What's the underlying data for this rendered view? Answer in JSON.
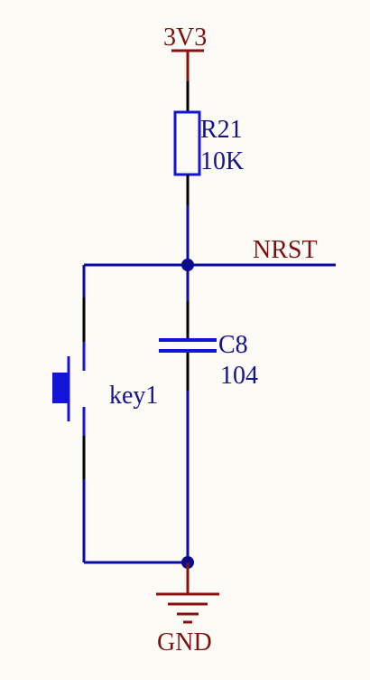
{
  "colors": {
    "background": "#fdfbf6",
    "wire": "#0a0aa6",
    "component": "#1414d6",
    "net_label": "#7a1212",
    "component_text": "#13138a",
    "pin": "#000000"
  },
  "power": {
    "label": "3V3"
  },
  "ground": {
    "label": "GND"
  },
  "resistor": {
    "designator": "R21",
    "value": "10K"
  },
  "capacitor": {
    "designator": "C8",
    "value": "104"
  },
  "switch": {
    "designator": "key1"
  },
  "net": {
    "label": "NRST"
  }
}
